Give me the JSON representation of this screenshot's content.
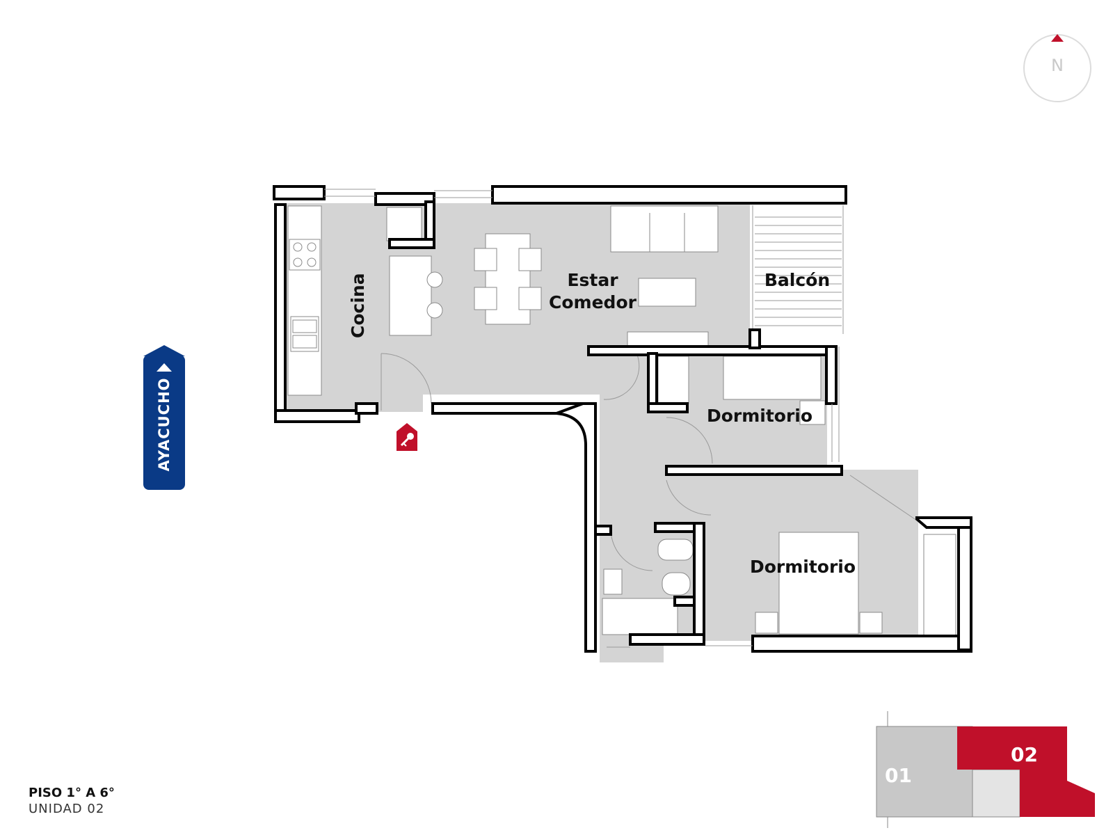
{
  "rooms": {
    "cocina": "Cocina",
    "estar_line1": "Estar",
    "estar_line2": "Comedor",
    "balcon": "Balcón",
    "dormitorio_1": "Dormitorio",
    "dormitorio_2": "Dormitorio"
  },
  "street": {
    "name": "AYACUCHO"
  },
  "legend": {
    "floor": "PISO 1° A 6°",
    "unit": "UNIDAD 02"
  },
  "compass": {
    "label": "N"
  },
  "keyplan": {
    "unit_01": "01",
    "unit_02": "02"
  },
  "colors": {
    "floor_fill": "#d4d4d4",
    "wall": "#000000",
    "accent_red": "#c0102a",
    "street_blue": "#0a3a86",
    "keyplan_gray": "#c8c8c8",
    "keyplan_light": "#e4e4e4"
  },
  "icons": {
    "entrance": "key-house-icon",
    "compass": "north-arrow-icon"
  }
}
